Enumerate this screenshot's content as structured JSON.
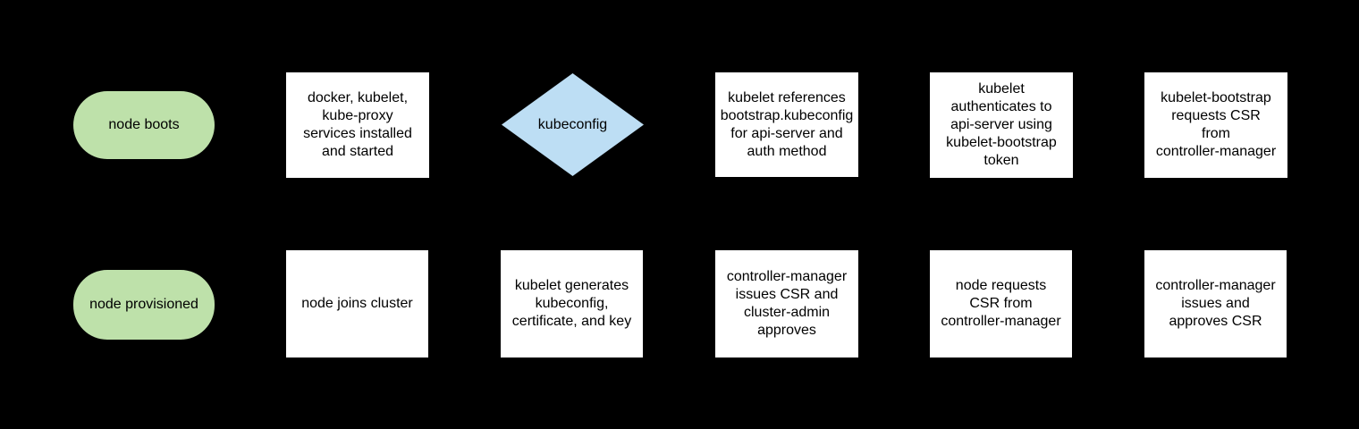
{
  "diagram": {
    "background_color": "#000000",
    "text_color": "#000000",
    "colors": {
      "terminal_fill": "#bee1aa",
      "decision_fill": "#bddef4",
      "process_fill": "#ffffff"
    },
    "nodes": [
      {
        "id": "node-boots",
        "type": "terminal",
        "label": "node boots"
      },
      {
        "id": "services-installed",
        "type": "process",
        "label": "docker, kubelet,\nkube-proxy\nservices installed\nand started"
      },
      {
        "id": "kubeconfig",
        "type": "decision",
        "label": "kubeconfig"
      },
      {
        "id": "kubelet-references",
        "type": "process",
        "label": "kubelet references\nbootstrap.kubeconfig\nfor api-server and\nauth method"
      },
      {
        "id": "kubelet-authenticates",
        "type": "process",
        "label": "kubelet\nauthenticates to\napi-server using\nkubelet-bootstrap\ntoken"
      },
      {
        "id": "bootstrap-requests-csr",
        "type": "process",
        "label": "kubelet-bootstrap\nrequests CSR\nfrom\ncontroller-manager"
      },
      {
        "id": "node-provisioned",
        "type": "terminal",
        "label": "node provisioned"
      },
      {
        "id": "node-joins-cluster",
        "type": "process",
        "label": "node joins cluster"
      },
      {
        "id": "kubelet-generates",
        "type": "process",
        "label": "kubelet generates\nkubeconfig,\ncertificate, and key"
      },
      {
        "id": "cm-issues-csr-admin-approves",
        "type": "process",
        "label": "controller-manager\nissues CSR and\ncluster-admin\napproves"
      },
      {
        "id": "node-requests-csr",
        "type": "process",
        "label": "node requests\nCSR from\ncontroller-manager"
      },
      {
        "id": "cm-issues-and-approves-csr",
        "type": "process",
        "label": "controller-manager\nissues and\napproves CSR"
      }
    ]
  }
}
